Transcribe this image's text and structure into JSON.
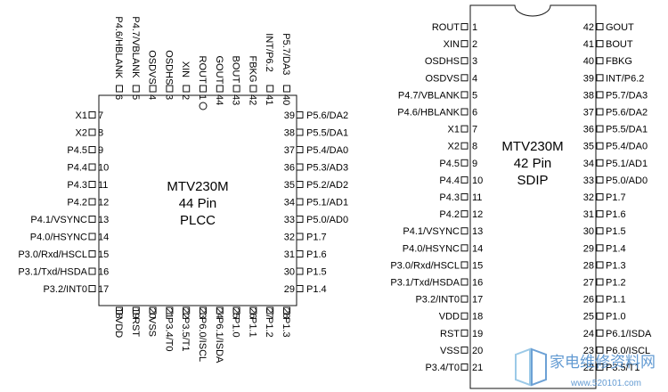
{
  "plcc": {
    "title": "MTV230M",
    "subtitle": "44 Pin",
    "package": "PLCC",
    "top_pins": [
      {
        "num": "6",
        "name": "P4.6/HBLANK"
      },
      {
        "num": "5",
        "name": "P4.7/VBLANK"
      },
      {
        "num": "4",
        "name": "OSDVS"
      },
      {
        "num": "3",
        "name": "OSDHS"
      },
      {
        "num": "2",
        "name": "XIN"
      },
      {
        "num": "1",
        "name": "ROUT"
      },
      {
        "num": "44",
        "name": "GOUT"
      },
      {
        "num": "43",
        "name": "BOUT"
      },
      {
        "num": "42",
        "name": "FBKG"
      },
      {
        "num": "41",
        "name": "INT/P6.2"
      },
      {
        "num": "40",
        "name": "P5.7/DA3"
      }
    ],
    "left_pins": [
      {
        "num": "7",
        "name": "X1"
      },
      {
        "num": "8",
        "name": "X2"
      },
      {
        "num": "9",
        "name": "P4.5"
      },
      {
        "num": "10",
        "name": "P4.4"
      },
      {
        "num": "11",
        "name": "P4.3"
      },
      {
        "num": "12",
        "name": "P4.2"
      },
      {
        "num": "13",
        "name": "P4.1/VSYNC"
      },
      {
        "num": "14",
        "name": "P4.0/HSYNC"
      },
      {
        "num": "15",
        "name": "P3.0/Rxd/HSCL"
      },
      {
        "num": "16",
        "name": "P3.1/Txd/HSDA"
      },
      {
        "num": "17",
        "name": "P3.2/INT0"
      }
    ],
    "right_pins": [
      {
        "num": "39",
        "name": "P5.6/DA2"
      },
      {
        "num": "38",
        "name": "P5.5/DA1"
      },
      {
        "num": "37",
        "name": "P5.4/DA0"
      },
      {
        "num": "36",
        "name": "P5.3/AD3"
      },
      {
        "num": "35",
        "name": "P5.2/AD2"
      },
      {
        "num": "34",
        "name": "P5.1/AD1"
      },
      {
        "num": "33",
        "name": "P5.0/AD0"
      },
      {
        "num": "32",
        "name": "P1.7"
      },
      {
        "num": "31",
        "name": "P1.6"
      },
      {
        "num": "30",
        "name": "P1.5"
      },
      {
        "num": "29",
        "name": "P1.4"
      }
    ],
    "bottom_pins": [
      {
        "num": "18",
        "name": "VDD"
      },
      {
        "num": "19",
        "name": "RST"
      },
      {
        "num": "20",
        "name": "VSS"
      },
      {
        "num": "21",
        "name": "P3.4/T0"
      },
      {
        "num": "22",
        "name": "P3.5/T1"
      },
      {
        "num": "23",
        "name": "P6.0/ISCL"
      },
      {
        "num": "24",
        "name": "P6.1/ISDA"
      },
      {
        "num": "25",
        "name": "P1.0"
      },
      {
        "num": "26",
        "name": "P1.1"
      },
      {
        "num": "27",
        "name": "P1.2"
      },
      {
        "num": "28",
        "name": "P1.3"
      }
    ]
  },
  "sdip": {
    "title": "MTV230M",
    "subtitle": "42 Pin",
    "package": "SDIP",
    "left_pins": [
      {
        "num": "1",
        "name": "ROUT"
      },
      {
        "num": "2",
        "name": "XIN"
      },
      {
        "num": "3",
        "name": "OSDHS"
      },
      {
        "num": "4",
        "name": "OSDVS"
      },
      {
        "num": "5",
        "name": "P4.7/VBLANK"
      },
      {
        "num": "6",
        "name": "P4.6/HBLANK"
      },
      {
        "num": "7",
        "name": "X1"
      },
      {
        "num": "8",
        "name": "X2"
      },
      {
        "num": "9",
        "name": "P4.5"
      },
      {
        "num": "10",
        "name": "P4.4"
      },
      {
        "num": "11",
        "name": "P4.3"
      },
      {
        "num": "12",
        "name": "P4.2"
      },
      {
        "num": "13",
        "name": "P4.1/VSYNC"
      },
      {
        "num": "14",
        "name": "P4.0/HSYNC"
      },
      {
        "num": "15",
        "name": "P3.0/Rxd/HSCL"
      },
      {
        "num": "16",
        "name": "P3.1/Txd/HSDA"
      },
      {
        "num": "17",
        "name": "P3.2/INT0"
      },
      {
        "num": "18",
        "name": "VDD"
      },
      {
        "num": "19",
        "name": "RST"
      },
      {
        "num": "20",
        "name": "VSS"
      },
      {
        "num": "21",
        "name": "P3.4/T0"
      }
    ],
    "right_pins": [
      {
        "num": "42",
        "name": "GOUT"
      },
      {
        "num": "41",
        "name": "BOUT"
      },
      {
        "num": "40",
        "name": "FBKG"
      },
      {
        "num": "39",
        "name": "INT/P6.2"
      },
      {
        "num": "38",
        "name": "P5.7/DA3"
      },
      {
        "num": "37",
        "name": "P5.6/DA2"
      },
      {
        "num": "36",
        "name": "P5.5/DA1"
      },
      {
        "num": "35",
        "name": "P5.4/DA0"
      },
      {
        "num": "34",
        "name": "P5.1/AD1"
      },
      {
        "num": "33",
        "name": "P5.0/AD0"
      },
      {
        "num": "32",
        "name": "P1.7"
      },
      {
        "num": "31",
        "name": "P1.6"
      },
      {
        "num": "30",
        "name": "P1.5"
      },
      {
        "num": "29",
        "name": "P1.4"
      },
      {
        "num": "28",
        "name": "P1.3"
      },
      {
        "num": "27",
        "name": "P1.2"
      },
      {
        "num": "26",
        "name": "P1.1"
      },
      {
        "num": "25",
        "name": "P1.0"
      },
      {
        "num": "24",
        "name": "P6.1/ISDA"
      },
      {
        "num": "23",
        "name": "P6.0/ISCL"
      },
      {
        "num": "22",
        "name": "P3.5/T1"
      }
    ]
  },
  "watermark": {
    "text_cn": "家电维修资料网",
    "url": "www.520101.com"
  },
  "colors": {
    "line": "#111111",
    "watermark_blue": "#3c82c8",
    "watermark_cyan": "#7ab8e0"
  }
}
